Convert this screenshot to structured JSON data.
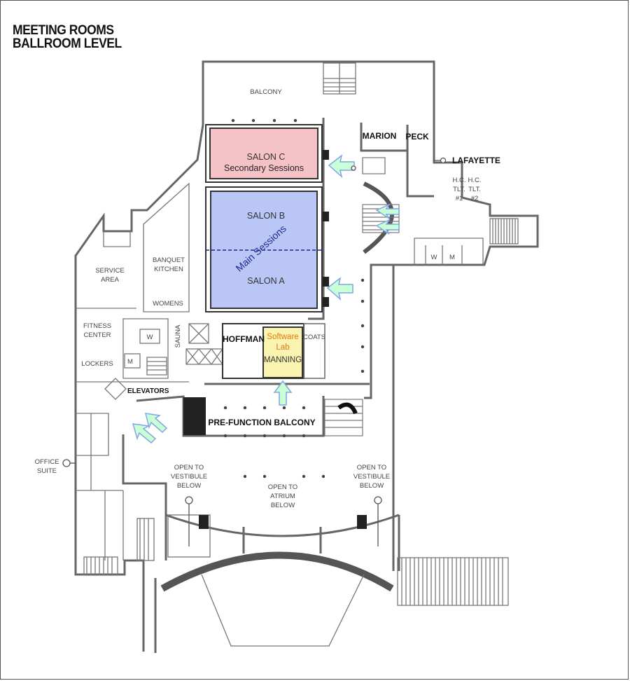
{
  "map": {
    "title_line1": "MEETING ROOMS",
    "title_line2": "BALLROOM LEVEL",
    "colors": {
      "secondary_room": "#f5c2c8",
      "main_room": "#b9c6f6",
      "lab_room": "#fbf3b0",
      "arrow_fill": "#c9ffd4",
      "arrow_stroke": "#7fa6e6",
      "software_lab_text": "#e07a10",
      "main_sessions_text": "#1e2a8c"
    },
    "rooms": {
      "balcony": "BALCONY",
      "marion": "MARION",
      "peck": "PECK",
      "lafayette": "LAFAYETTE",
      "salon_c": "SALON C",
      "salon_c_note": "Secondary Sessions",
      "salon_b": "SALON B",
      "salon_a": "SALON A",
      "main_sessions": "Main Sessions",
      "hc_tlt_1_a": "H.C.",
      "hc_tlt_1_b": "TLT.",
      "hc_tlt_1_c": "#1",
      "hc_tlt_2_a": "H.C.",
      "hc_tlt_2_b": "TLT.",
      "hc_tlt_2_c": "#2",
      "women_small": "W",
      "men_small": "M",
      "service_area_1": "SERVICE",
      "service_area_2": "AREA",
      "banquet_kitchen_1": "BANQUET",
      "banquet_kitchen_2": "KITCHEN",
      "womens": "WOMENS",
      "fitness_center_1": "FITNESS",
      "fitness_center_2": "CENTER",
      "lockers": "LOCKERS",
      "lockers_w": "W",
      "lockers_m": "M",
      "sauna": "SAUNA",
      "elevators": "ELEVATORS",
      "hoffman": "HOFFMAN",
      "software_lab_1": "Software",
      "software_lab_2": "Lab",
      "manning": "MANNING",
      "coats": "COATS",
      "pre_function_balcony": "PRE-FUNCTION BALCONY",
      "office_suite_1": "OFFICE",
      "office_suite_2": "SUITE",
      "vestibule_left_1": "OPEN TO",
      "vestibule_left_2": "VESTIBULE",
      "vestibule_left_3": "BELOW",
      "atrium_1": "OPEN TO",
      "atrium_2": "ATRIUM",
      "atrium_3": "BELOW",
      "vestibule_right_1": "OPEN TO",
      "vestibule_right_2": "VESTIBULE",
      "vestibule_right_3": "BELOW"
    }
  }
}
